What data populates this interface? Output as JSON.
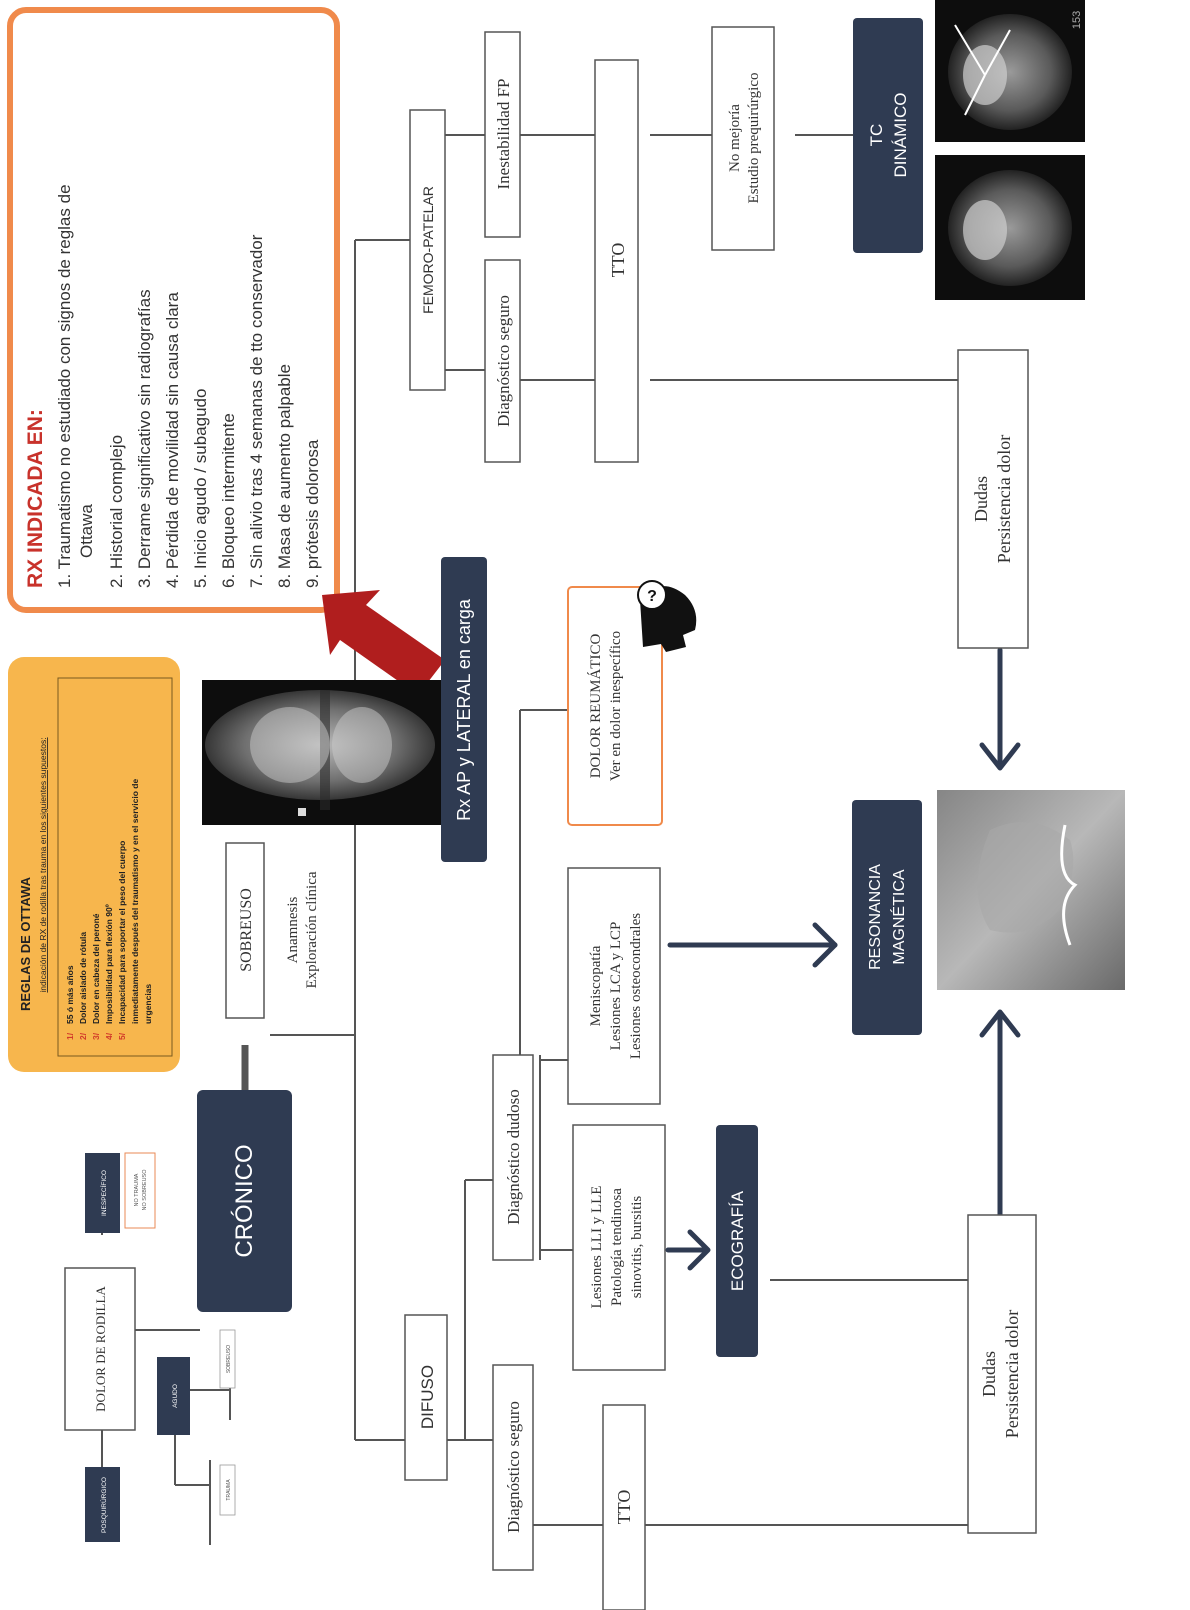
{
  "colors": {
    "navy": "#2f3b52",
    "orange": "#f08a4b",
    "ottawa_bg": "#f7b64d",
    "ottawa_red": "#d23a2a",
    "red_arrow": "#b01e1e",
    "line": "#555555"
  },
  "diagram": {
    "dolor_rodilla": "DOLOR DE RODILLA",
    "posquirurgico": "POSQUIRÚRGICO",
    "agudo": "AGUDO",
    "sobreuso_small": "SOBREUSO",
    "trauma_small": "TRAUMA",
    "inespecifico": "INESPECÍFICO",
    "no_trauma": "NO TRAUMA",
    "no_sobreuso": "NO SOBREUSO",
    "cronico": "CRÓNICO",
    "sobreuso": "SOBREUSO",
    "anamnesis": "Anamnesis",
    "exploracion": "Exploración clínica",
    "rx_ap": "Rx AP y LATERAL en carga",
    "femoro_patelar": "FEMORO-PATELAR",
    "diag_seguro": "Diagnóstico seguro",
    "inestabilidad": "Inestabilidad FP",
    "tto": "TTO",
    "no_mejoria": "No mejoría",
    "estudio_prequirurgico": "Estudio prequirúrgico",
    "tc_1": "TC",
    "tc_2": "DINÁMICO",
    "tc_image_number": "153",
    "dudas": "Dudas",
    "persistencia": "Persistencia dolor",
    "dolor_reumatico": "DOLOR REUMÁTICO",
    "ver_dolor": "Ver en dolor inespecífico",
    "meniscopatia": "Meniscopatía",
    "lesiones_lca": "Lesiones LCA y LCP",
    "lesiones_osteo": "Lesiones osteocondrales",
    "resonancia_1": "RESONANCIA",
    "resonancia_2": "MAGNÉTICA",
    "difuso": "DIFUSO",
    "diag_dudoso": "Diagnóstico dudoso",
    "lesiones_lli": "Lesiones LLI y LLE",
    "patologia": "Patología tendinosa",
    "sinovitis": "sinovitis, bursitis",
    "ecografia": "ECOGRAFÍA"
  },
  "rx_box": {
    "title": "RX INDICADA EN:",
    "items": [
      "1. Traumatismo no estudiado con signos de reglas de",
      "Ottawa",
      "2. Historial complejo",
      "3. Derrame significativo sin radiografías",
      "4. Pérdida de movilidad sin causa clara",
      "5. Inicio agudo / subagudo",
      "6. Bloqueo intermitente",
      "7. Sin alivio tras 4 semanas de tto conservador",
      "8. Masa de aumento palpable",
      "9. prótesis dolorosa"
    ]
  },
  "ottawa": {
    "title": "REGLAS DE OTTAWA",
    "subtitle": "indicación de RX de rodilla tras trauma en los siguientes supuestos:",
    "rules": [
      {
        "num": "1/",
        "text": "55 ó más años"
      },
      {
        "num": "2/",
        "text": "Dolor aislado de rótula"
      },
      {
        "num": "3/",
        "text": "Dolor en cabeza del peroné"
      },
      {
        "num": "4/",
        "text": "Imposibilidad para flexión 90º"
      },
      {
        "num": "5/",
        "text": "Incapacidad para soportar el peso del cuerpo"
      },
      {
        "num": "",
        "text": "inmediatamente después del traumatismo y en el servicio de"
      },
      {
        "num": "",
        "text": "urgencias"
      }
    ]
  }
}
